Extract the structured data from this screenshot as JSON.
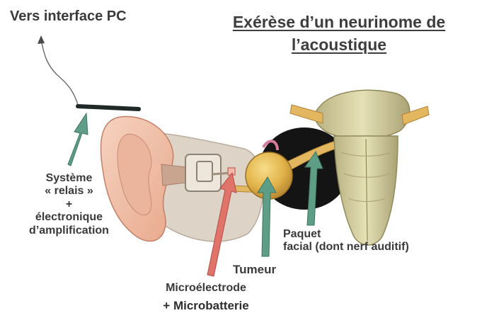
{
  "title": {
    "line1": "Exérèse d’un neurinome de",
    "line2": "l’acoustique"
  },
  "labels": {
    "pc_interface": "Vers interface PC",
    "relay_line1": "Système",
    "relay_line2": "« relais »",
    "relay_plus": "+",
    "relay_line3": "électronique",
    "relay_line4": "d’amplification",
    "tumor": "Tumeur",
    "microelectrode": "Microélectrode",
    "microbattery": "+ Microbatterie",
    "facial_line1": "Paquet",
    "facial_line2": "facial (dont nerf auditif)"
  },
  "colors": {
    "arrow_green": "#5e9e86",
    "arrow_red": "#e0736a",
    "skin": "#f2c6ae",
    "tumor": "#e2b34a",
    "brainstem": "#d8d1a2",
    "nerve": "#e3b660",
    "dark_mass": "#141414",
    "text": "#3a3a3a"
  },
  "icons": [
    "ear-illustration",
    "brainstem-illustration",
    "tumor-illustration"
  ]
}
